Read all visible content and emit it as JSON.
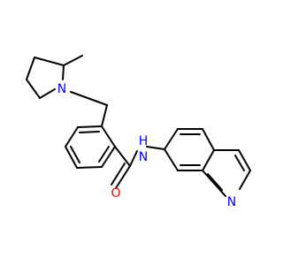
{
  "molecule": {
    "colors": {
      "bond": "#000000",
      "nitrogen": "#0000ff",
      "oxygen": "#ff0000"
    },
    "labels": {
      "n_pyrrolidine": "N",
      "amide_nh": "N",
      "amide_h": "H",
      "carbonyl_o": "O",
      "n_quinoline": "N"
    }
  }
}
